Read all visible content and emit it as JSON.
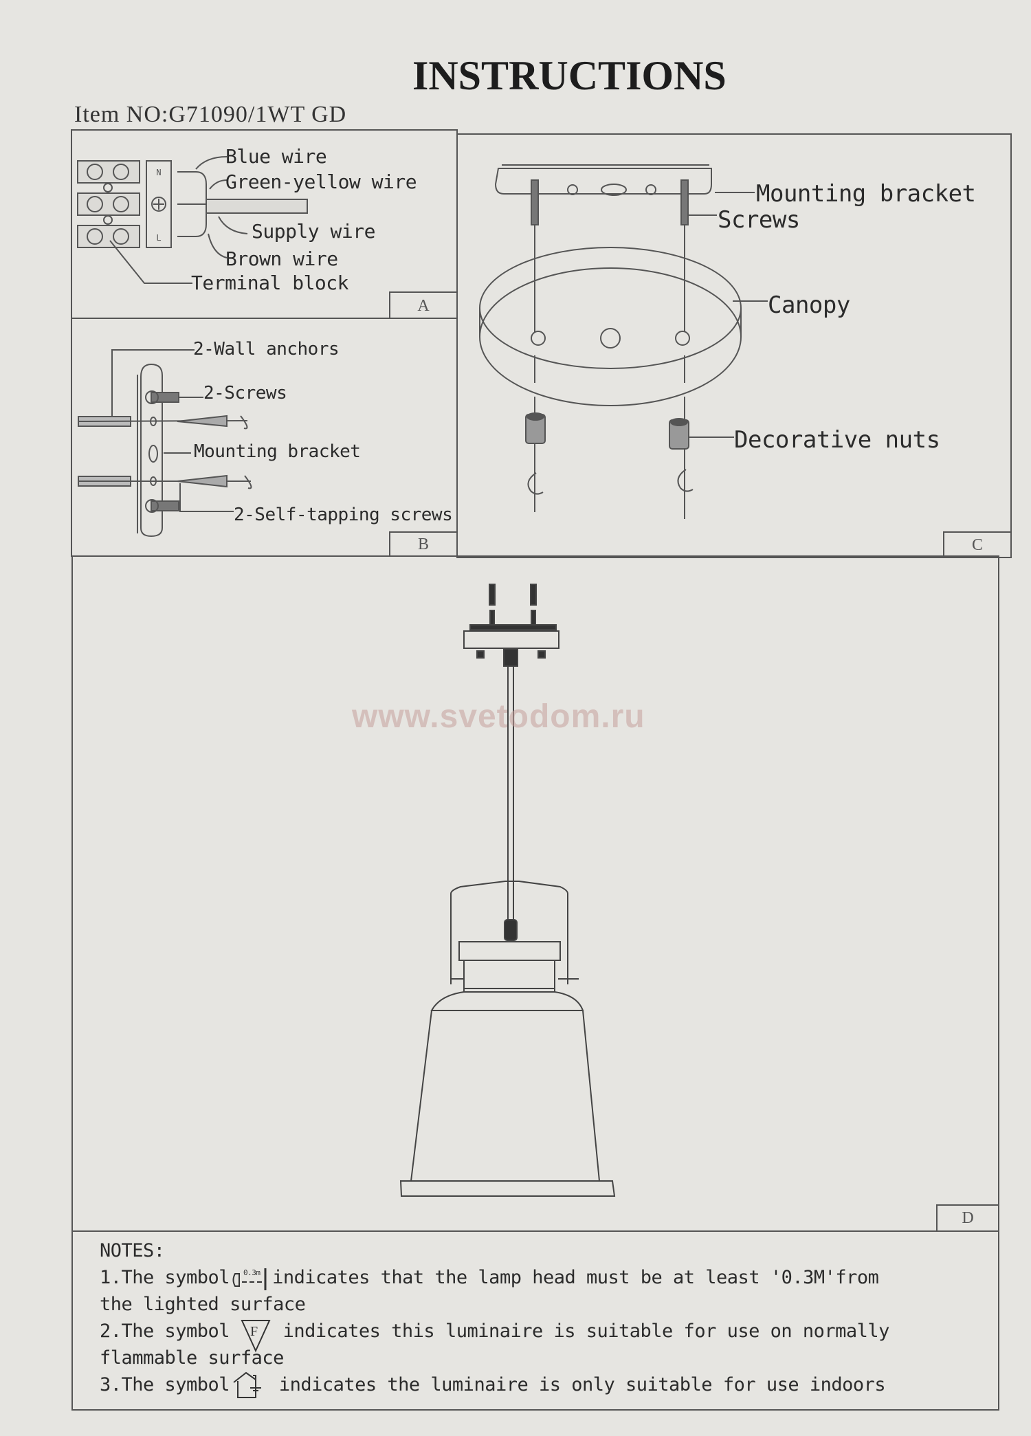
{
  "header": {
    "title": "INSTRUCTIONS",
    "item_no": "Item NO:G71090/1WT GD"
  },
  "panels": {
    "A": {
      "tag": "A",
      "labels": {
        "blue_wire": "Blue wire",
        "green_yellow_wire": "Green-yellow wire",
        "supply_wire": "Supply wire",
        "brown_wire": "Brown wire",
        "terminal_block": "Terminal block"
      },
      "terminal_markings": [
        "N",
        "⏚",
        "L"
      ]
    },
    "B": {
      "tag": "B",
      "labels": {
        "wall_anchors": "2-Wall anchors",
        "screws": "2-Screws",
        "mounting_bracket": "Mounting bracket",
        "self_tapping_screws": "2-Self-tapping screws"
      }
    },
    "C": {
      "tag": "C",
      "labels": {
        "mounting_bracket": "Mounting bracket",
        "screws": "Screws",
        "canopy": "Canopy",
        "decorative_nuts": "Decorative nuts"
      }
    },
    "D": {
      "tag": "D",
      "watermark": "www.svetodom.ru"
    }
  },
  "notes": {
    "heading": "NOTES:",
    "items": [
      {
        "prefix": "1.The symbol",
        "symbol": "min-distance-0.3m-icon",
        "symbol_text": "0.3m",
        "text": "indicates that the lamp head must be at least '0.3M'from",
        "continuation": "the lighted surface"
      },
      {
        "prefix": "2.The symbol",
        "symbol": "flammable-surface-F-icon",
        "symbol_text": "F",
        "text": "indicates this luminaire is suitable for use on normally",
        "continuation": "flammable surface"
      },
      {
        "prefix": "3.The symbol",
        "symbol": "indoor-use-house-icon",
        "text": "indicates the luminaire is only suitable for use indoors"
      }
    ]
  },
  "colors": {
    "paper": "#e6e5e1",
    "line": "#555555",
    "text": "#2b2b2b",
    "watermark": "#c4a09c"
  }
}
